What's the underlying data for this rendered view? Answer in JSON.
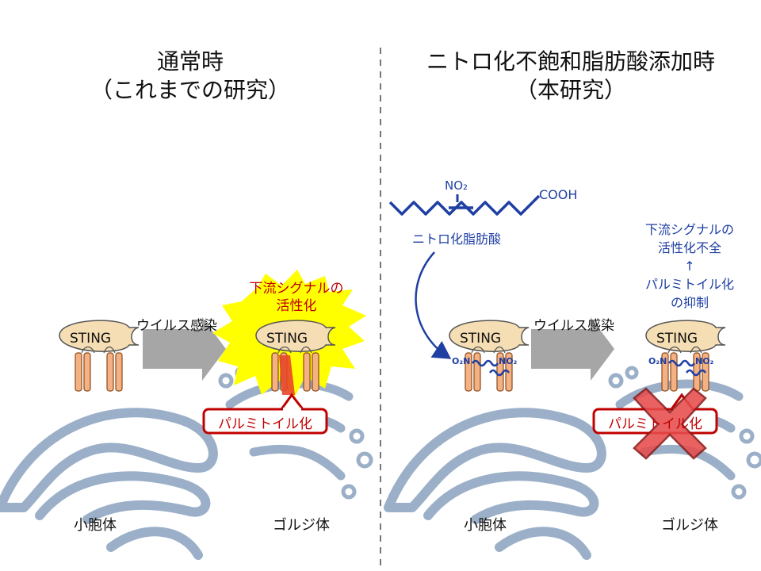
{
  "left_panel": {
    "title_line1": "通常時",
    "title_line2": "（これまでの研究）",
    "virus_label": "ウイルス感染",
    "protein_label": "STING",
    "protein_label_2": "STING",
    "activation_line1": "下流シグナルの",
    "activation_line2": "活性化",
    "palmitoylation_label": "パルミトイル化",
    "organelle_left": "小胞体",
    "organelle_right": "ゴルジ体"
  },
  "right_panel": {
    "title_line1": "ニトロ化不飽和脂肪酸添加時",
    "title_line2": "（本研究）",
    "nitro_group": "NO₂",
    "carboxyl_group": "COOH",
    "fatty_acid_label": "ニトロ化脂肪酸",
    "virus_label": "ウイルス感染",
    "protein_label": "STING",
    "protein_label_2": "STING",
    "nitro_left": "O₂N",
    "nitro_right": "NO₂",
    "nitro_left_2": "O₂N",
    "nitro_right_2": "NO₂",
    "inhibition_line1": "下流シグナルの",
    "inhibition_line2": "活性化不全",
    "inhibition_arrow": "↑",
    "inhibition_line3": "パルミトイル化",
    "inhibition_line4": "の抑制",
    "palmitoylation_label": "パルミトイル化",
    "organelle_left": "小胞体",
    "organelle_right": "ゴルジ体"
  },
  "colors": {
    "membrane": "#9bb0c8",
    "protein_fill": "#f5deb3",
    "helix_fill": "#f4b183",
    "arrow_gray": "#a6a6a6",
    "star_yellow": "#ffff00",
    "callout_red": "#c00000",
    "x_red": "#e74c4c",
    "nitro_blue": "#1f3fa3"
  }
}
